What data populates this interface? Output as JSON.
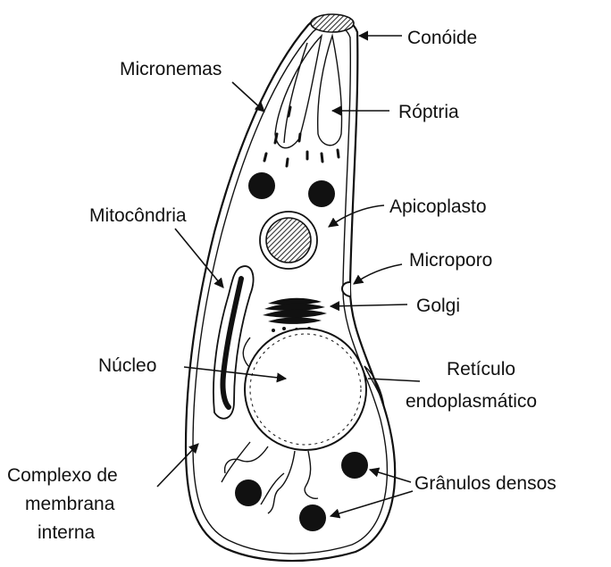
{
  "labels": {
    "conoide": "Conóide",
    "micronemas": "Micronemas",
    "roptria": "Róptria",
    "apicoplasto": "Apicoplasto",
    "mitocondria": "Mitocôndria",
    "microporo": "Microporo",
    "golgi": "Golgi",
    "nucleo": "Núcleo",
    "reticulo_line1": "Retículo",
    "reticulo_line2": "endoplasmático",
    "complexo_line1": "Complexo de",
    "complexo_line2": "membrana",
    "complexo_line3": "interna",
    "granulos": "Grânulos densos"
  },
  "colors": {
    "ink": "#111111",
    "background": "#ffffff",
    "hatch": "#555555"
  }
}
